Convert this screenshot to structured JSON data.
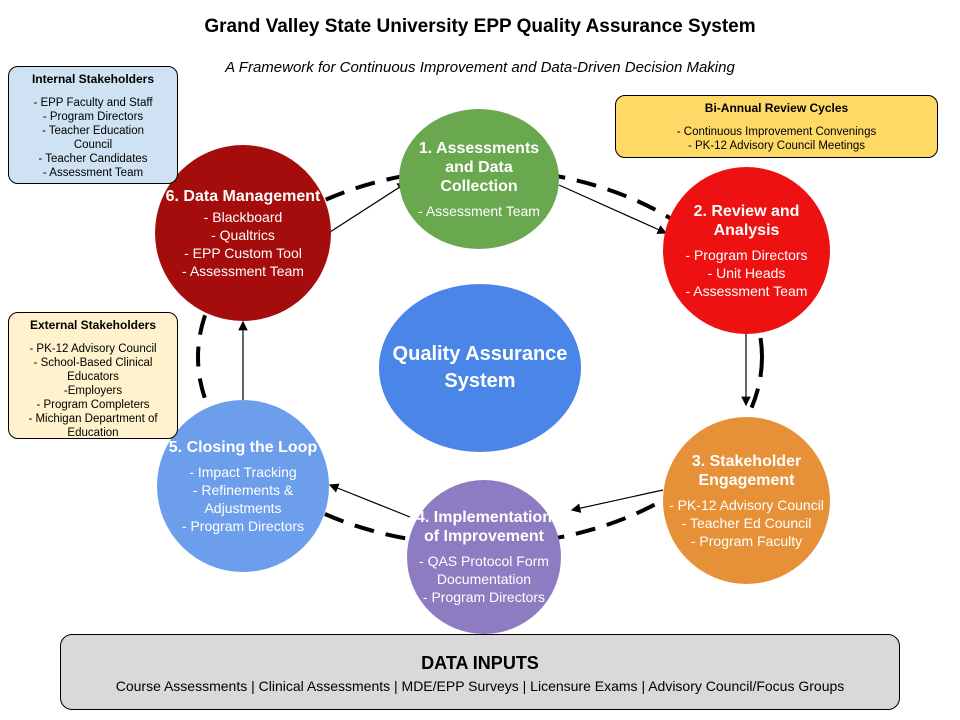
{
  "title": "Grand Valley State University EPP Quality Assurance System",
  "subtitle": "A Framework for Continuous Improvement and Data-Driven Decision Making",
  "center": {
    "label": "Quality Assurance System",
    "color": "#4a86e8"
  },
  "steps": [
    {
      "title": "1. Assessments and Data Collection",
      "items": [
        "- Assessment Team"
      ],
      "color": "#6aa84f"
    },
    {
      "title": "2. Review and Analysis",
      "items": [
        "- Program Directors",
        "- Unit Heads",
        "- Assessment Team"
      ],
      "color": "#ee1111"
    },
    {
      "title": "3. Stakeholder Engagement",
      "items": [
        "- PK-12 Advisory Council",
        "- Teacher Ed Council",
        "- Program Faculty"
      ],
      "color": "#e69138"
    },
    {
      "title": "4. Implementation of Improvement",
      "items": [
        "- QAS Protocol Form Documentation",
        "- Program Directors"
      ],
      "color": "#8e7cc3"
    },
    {
      "title": "5. Closing the Loop",
      "items": [
        "- Impact Tracking",
        "- Refinements & Adjustments",
        "- Program Directors"
      ],
      "color": "#6d9eeb"
    },
    {
      "title": "6. Data Management",
      "items": [
        "- Blackboard",
        "- Qualtrics",
        "- EPP Custom Tool",
        "- Assessment Team"
      ],
      "color": "#a50d0d"
    }
  ],
  "internal_stakeholders": {
    "title": "Internal Stakeholders",
    "items": [
      "- EPP Faculty and Staff",
      "- Program Directors",
      "- Teacher Education Council",
      "- Teacher Candidates",
      "- Assessment Team"
    ]
  },
  "external_stakeholders": {
    "title": "External Stakeholders",
    "items": [
      "- PK-12 Advisory Council",
      "- School-Based Clinical Educators",
      "-Employers",
      "- Program Completers",
      "- Michigan Department of Education"
    ]
  },
  "review_cycles": {
    "title": "Bi-Annual Review Cycles",
    "items": [
      "- Continuous Improvement Convenings",
      "- PK-12 Advisory Council Meetings"
    ]
  },
  "data_inputs": {
    "title": "DATA INPUTS",
    "list": "Course Assessments | Clinical Assessments | MDE/EPP Surveys | Licensure Exams | Advisory Council/Focus Groups"
  }
}
